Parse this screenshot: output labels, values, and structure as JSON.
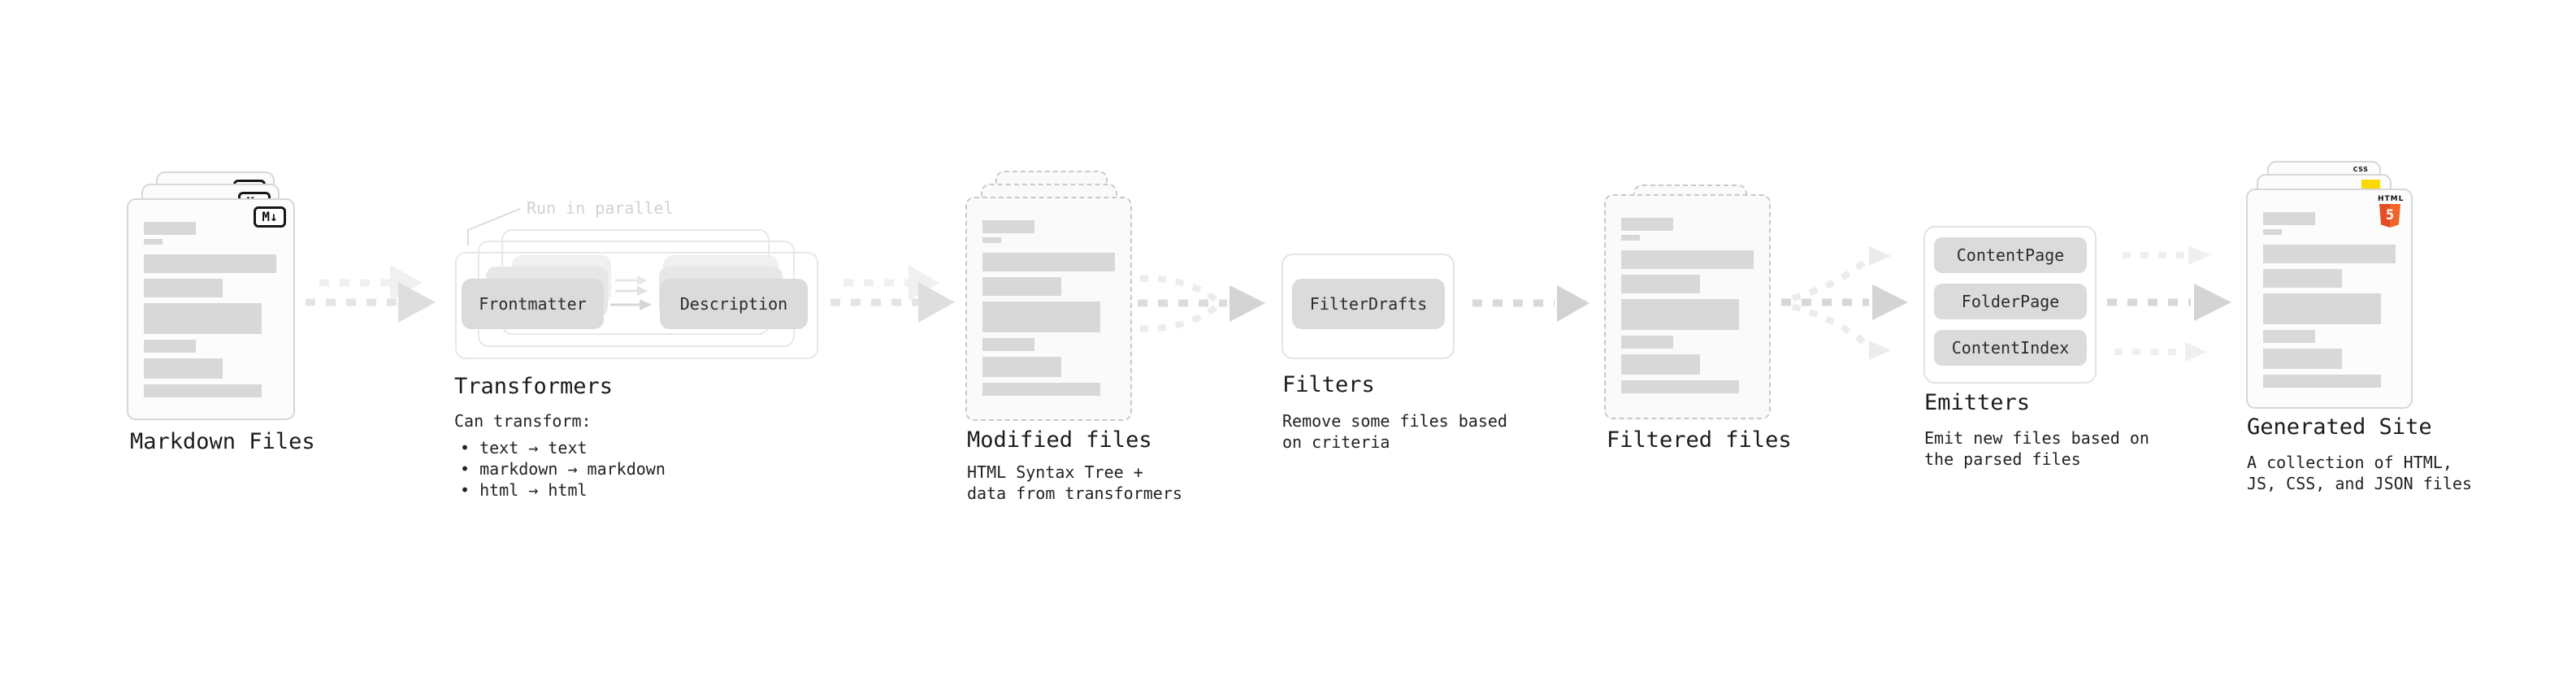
{
  "colors": {
    "arrow_gray": "#d4d4d4",
    "arrow_faint": "#ececec",
    "skeleton_gray": "#d8d8d8",
    "html5_orange": "#e44d26",
    "html5_orange_light": "#f16529",
    "js_yellow": "#fcd900",
    "css_blue": "#2760e8"
  },
  "markdown_files": {
    "title": "Markdown Files",
    "badge": "M↓"
  },
  "transformers": {
    "note": "Run in parallel",
    "chips": [
      "Frontmatter",
      "Description"
    ],
    "title": "Transformers",
    "subtitle": "Can transform:",
    "items": [
      "• text → text",
      "• markdown → markdown",
      "• html → html"
    ]
  },
  "modified_files": {
    "title": "Modified files",
    "description": [
      "HTML Syntax Tree +",
      "data from transformers"
    ]
  },
  "filters": {
    "chip": "FilterDrafts",
    "title": "Filters",
    "description": [
      "Remove some files based",
      "on criteria"
    ]
  },
  "filtered_files": {
    "title": "Filtered files"
  },
  "emitters": {
    "chips": [
      "ContentPage",
      "FolderPage",
      "ContentIndex"
    ],
    "title": "Emitters",
    "description": [
      "Emit new files based on",
      "the parsed files"
    ]
  },
  "generated_site": {
    "title": "Generated Site",
    "description": [
      "A collection of HTML,",
      "JS, CSS, and JSON files"
    ],
    "html_badge": "HTML",
    "html_badge_number": "5",
    "css_badge": "CSS"
  }
}
